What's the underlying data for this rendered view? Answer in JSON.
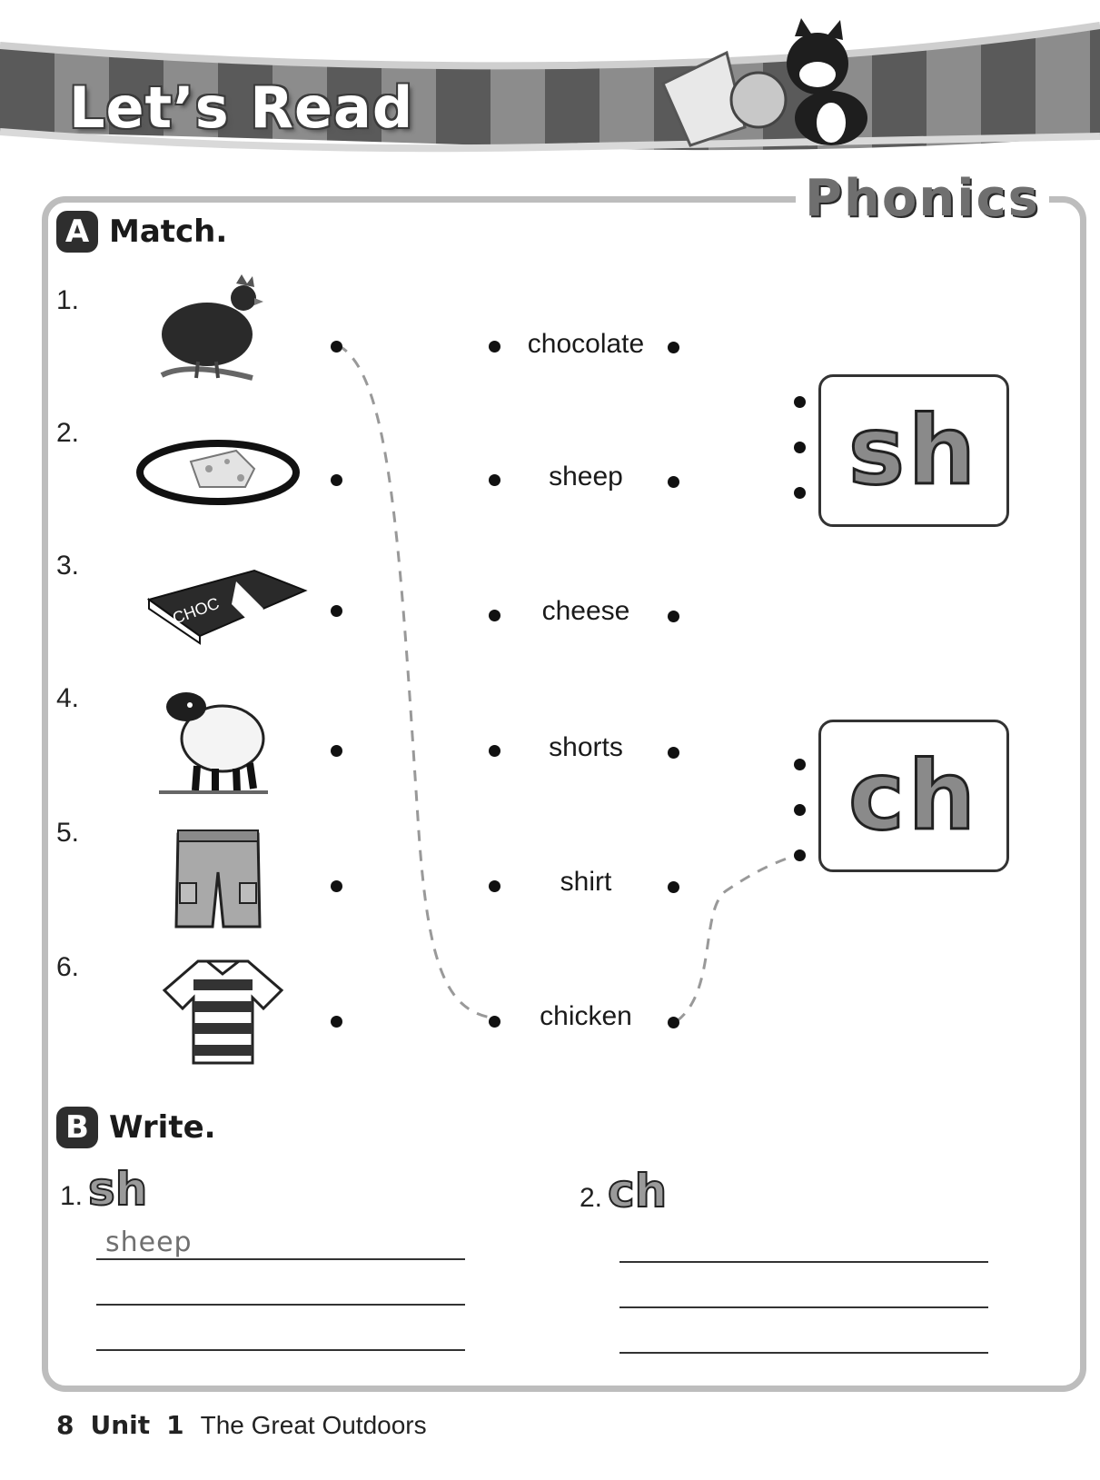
{
  "header": {
    "title": "Let’s Read",
    "section_label": "Phonics"
  },
  "section_a": {
    "badge": "A",
    "title": "Match.",
    "items": [
      {
        "num": "1.",
        "icon": "chicken-icon",
        "word": "chocolate"
      },
      {
        "num": "2.",
        "icon": "cheese-icon",
        "word": "sheep"
      },
      {
        "num": "3.",
        "icon": "chocolate-bar-icon",
        "word": "cheese"
      },
      {
        "num": "4.",
        "icon": "sheep-icon",
        "word": "shorts"
      },
      {
        "num": "5.",
        "icon": "shorts-icon",
        "word": "shirt"
      },
      {
        "num": "6.",
        "icon": "shirt-icon",
        "word": "chicken"
      }
    ],
    "phonics": [
      "sh",
      "ch"
    ]
  },
  "section_b": {
    "badge": "B",
    "title": "Write.",
    "groups": [
      {
        "num": "1.",
        "letters": "sh",
        "answers": [
          "sheep",
          "",
          ""
        ]
      },
      {
        "num": "2.",
        "letters": "ch",
        "answers": [
          "",
          "",
          ""
        ]
      }
    ]
  },
  "footer": {
    "page": "8",
    "unit_label": "Unit",
    "unit_num": "1",
    "unit_title": "The Great Outdoors"
  }
}
